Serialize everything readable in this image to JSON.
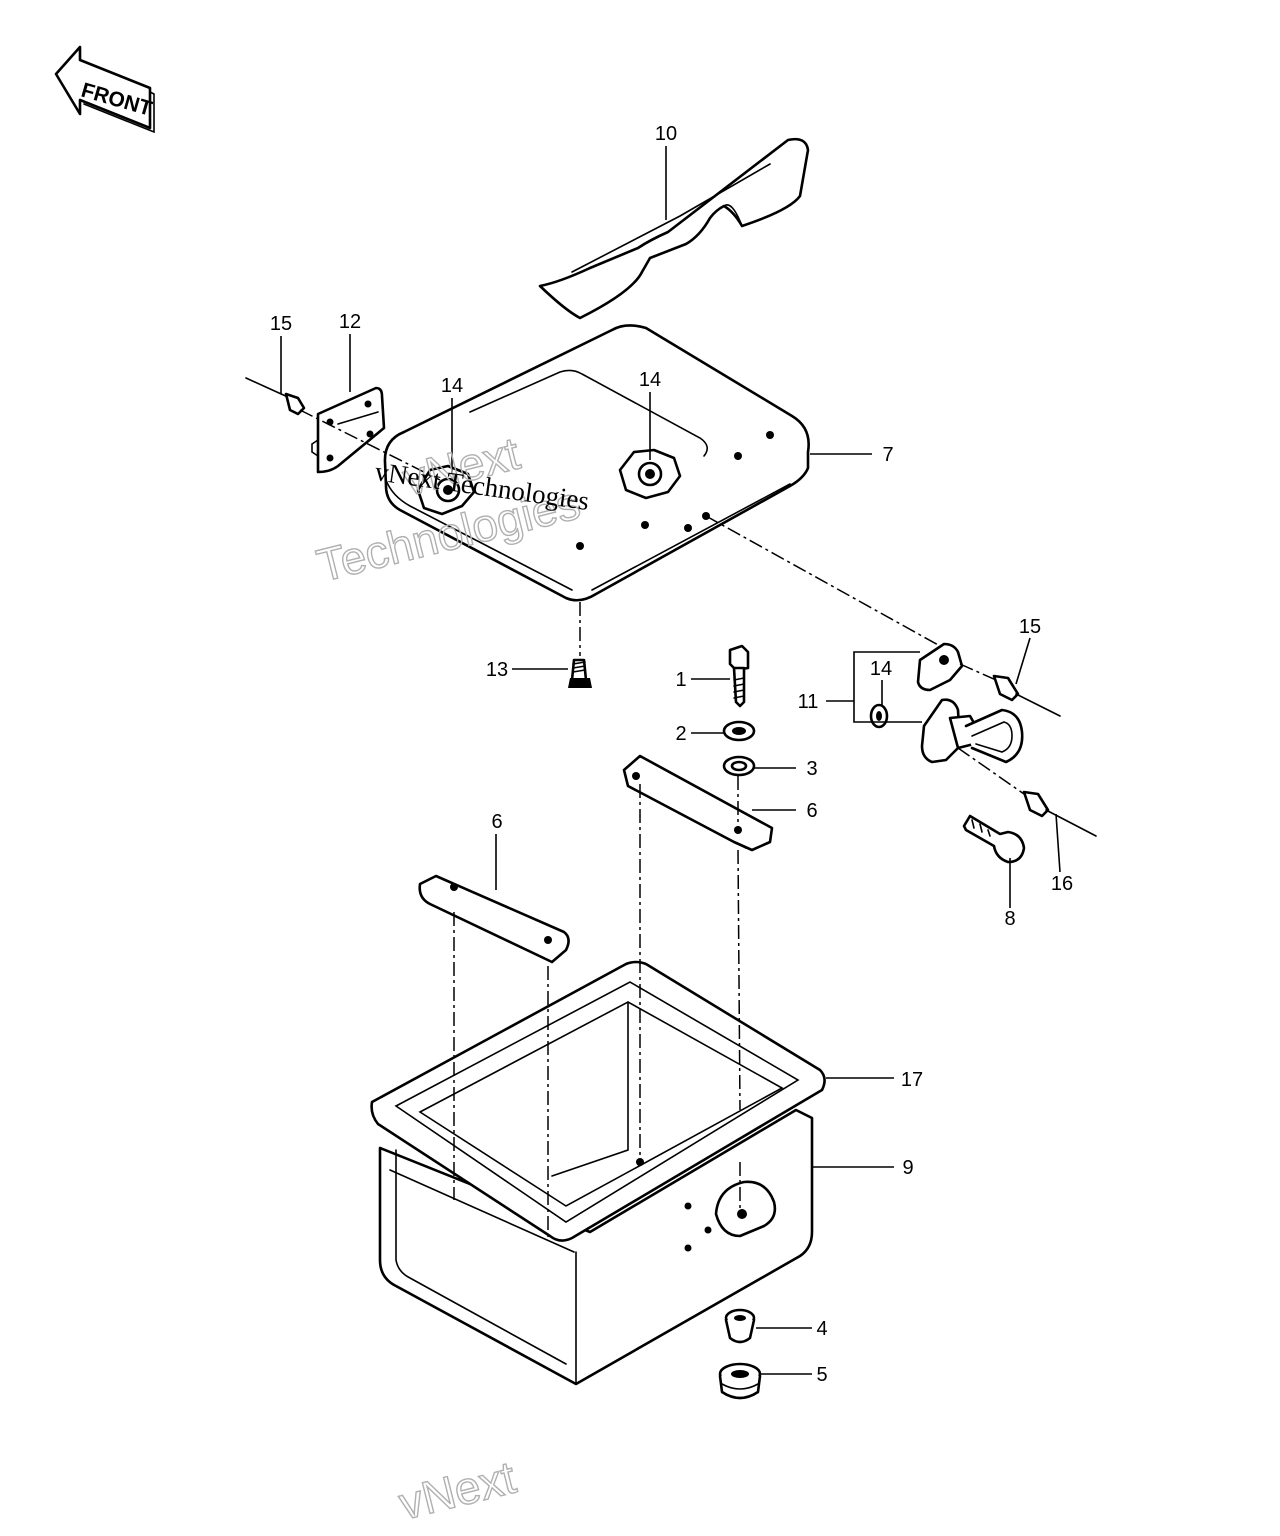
{
  "direction_label": "FRONT",
  "watermark": {
    "text_1": "vNext",
    "text_2": "Technologies",
    "serif_text": "vNext Technologies"
  },
  "callouts": [
    {
      "id": "c1",
      "label": "1"
    },
    {
      "id": "c2",
      "label": "2"
    },
    {
      "id": "c3",
      "label": "3"
    },
    {
      "id": "c4",
      "label": "4"
    },
    {
      "id": "c5",
      "label": "5"
    },
    {
      "id": "c6a",
      "label": "6"
    },
    {
      "id": "c6b",
      "label": "6"
    },
    {
      "id": "c7",
      "label": "7"
    },
    {
      "id": "c8",
      "label": "8"
    },
    {
      "id": "c9",
      "label": "9"
    },
    {
      "id": "c10",
      "label": "10"
    },
    {
      "id": "c11",
      "label": "11"
    },
    {
      "id": "c12",
      "label": "12"
    },
    {
      "id": "c13",
      "label": "13"
    },
    {
      "id": "c14a",
      "label": "14"
    },
    {
      "id": "c14b",
      "label": "14"
    },
    {
      "id": "c14c",
      "label": "14"
    },
    {
      "id": "c15a",
      "label": "15"
    },
    {
      "id": "c15b",
      "label": "15"
    },
    {
      "id": "c16",
      "label": "16"
    },
    {
      "id": "c17",
      "label": "17"
    }
  ]
}
